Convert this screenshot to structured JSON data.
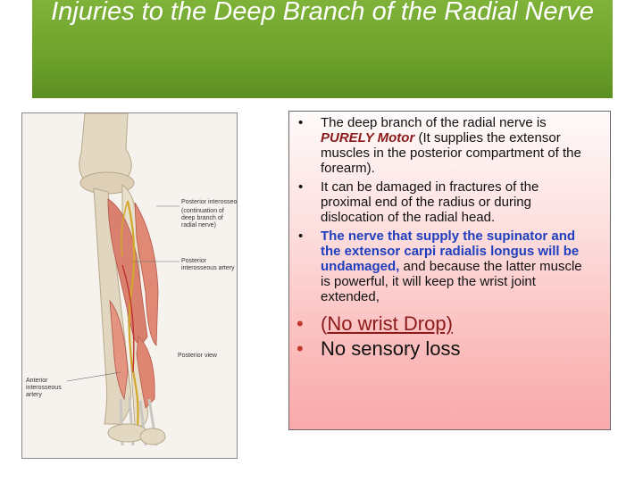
{
  "title": "Injuries to the Deep Branch of the Radial Nerve",
  "figure": {
    "labels": {
      "posterior_interosseous_nerve": "Posterior interosseous nerve",
      "continuation": "(continuation of deep branch of radial nerve)",
      "posterior_interosseous_artery": "Posterior interosseous artery",
      "anterior_interosseous_artery": "Anterior interosseous artery",
      "view": "Posterior view"
    }
  },
  "bullets": {
    "b1_pre": "The deep branch of the radial nerve is ",
    "b1_emph": "PURELY Motor",
    "b1_post": " (It supplies the extensor muscles in the posterior compartment of the forearm).",
    "b2": "It can be damaged in fractures of the proximal end of the radius or during dislocation of the radial head.",
    "b3_emph": "The nerve that supply the supinator and the extensor carpi radialis longus will be undamaged,",
    "b3_post": " and because the latter muscle is powerful, it will keep the wrist joint extended,",
    "b4_open": "(",
    "b4_emph": "No wrist Drop)",
    "b5": "No sensory loss"
  },
  "colors": {
    "title_bar": "#6ea32c",
    "highlight_text": "#1f3fbf",
    "box_bottom": "#f9a9ab"
  }
}
